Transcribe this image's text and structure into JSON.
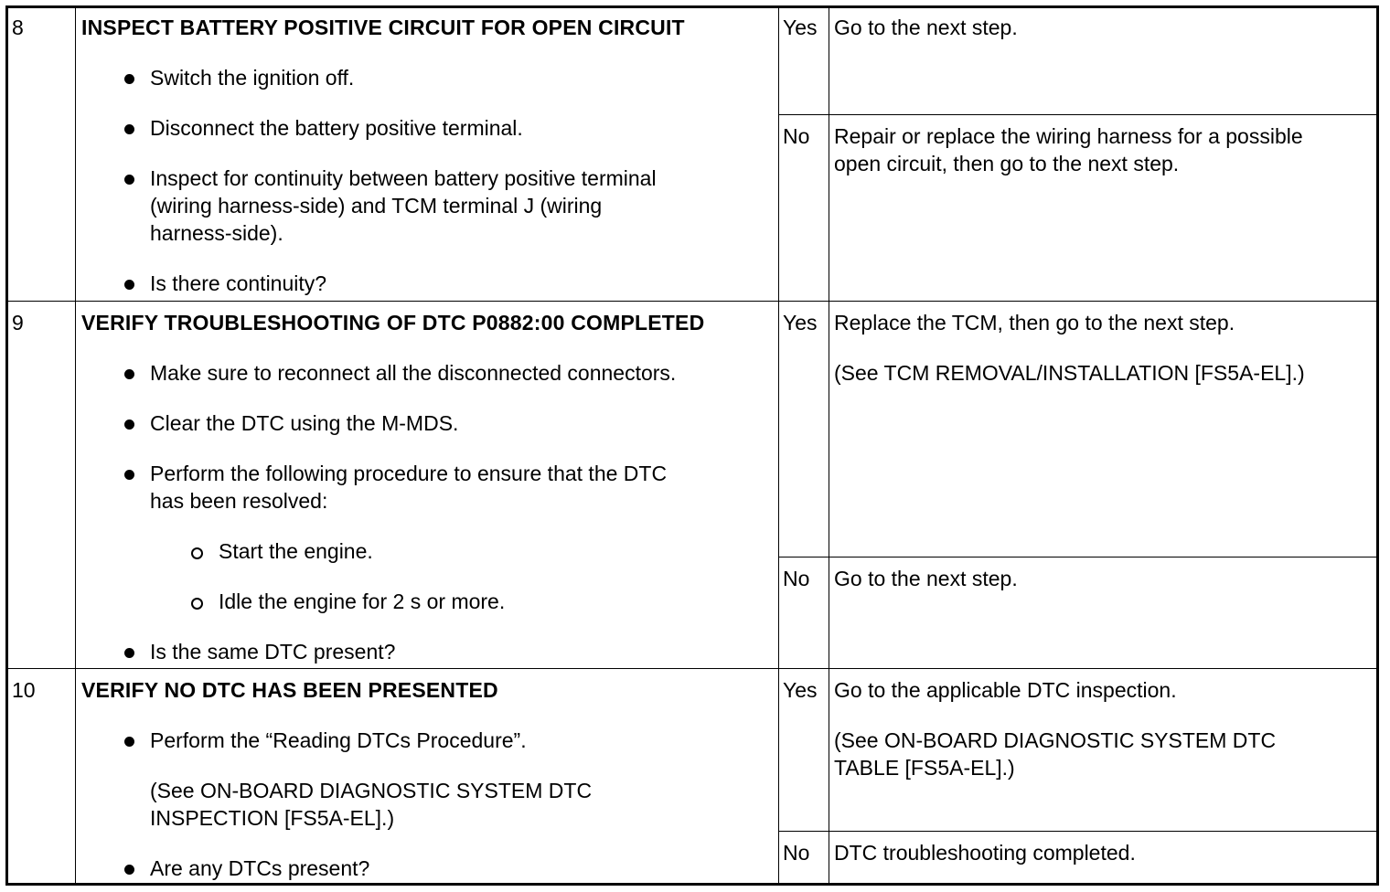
{
  "rows": [
    {
      "step": "8",
      "title": "INSPECT BATTERY POSITIVE CIRCUIT FOR OPEN CIRCUIT",
      "items": [
        "Switch the ignition off.",
        "Disconnect the battery positive terminal.",
        "Inspect for continuity between battery positive terminal",
        "(wiring harness-side) and TCM terminal J (wiring",
        "harness-side).",
        "Is there continuity?"
      ],
      "yes_label": "Yes",
      "yes_text": [
        "Go to the next step."
      ],
      "no_label": "No",
      "no_text": [
        "Repair or replace the wiring harness for a possible",
        "open circuit, then go to the next step."
      ]
    },
    {
      "step": "9",
      "title": "VERIFY TROUBLESHOOTING OF DTC P0882:00 COMPLETED",
      "items": [
        "Make sure to reconnect all the disconnected connectors.",
        "Clear the DTC using the M-MDS.",
        "Perform the following procedure to ensure that the DTC",
        "has been resolved:",
        "Start the engine.",
        "Idle the engine for 2 s or more.",
        "Is the same DTC present?"
      ],
      "yes_label": "Yes",
      "yes_text": [
        "Replace the TCM, then go to the next step.",
        "(See TCM REMOVAL/INSTALLATION [FS5A-EL].)"
      ],
      "no_label": "No",
      "no_text": [
        "Go to the next step."
      ]
    },
    {
      "step": "10",
      "title": "VERIFY NO DTC HAS BEEN PRESENTED",
      "items": [
        "Perform the “Reading DTCs Procedure”.",
        "(See ON-BOARD DIAGNOSTIC SYSTEM DTC",
        "INSPECTION [FS5A-EL].)",
        "Are any DTCs present?"
      ],
      "yes_label": "Yes",
      "yes_text": [
        "Go to the applicable DTC inspection.",
        "(See ON-BOARD DIAGNOSTIC SYSTEM DTC",
        "TABLE [FS5A-EL].)"
      ],
      "no_label": "No",
      "no_text": [
        "DTC troubleshooting completed."
      ]
    }
  ]
}
